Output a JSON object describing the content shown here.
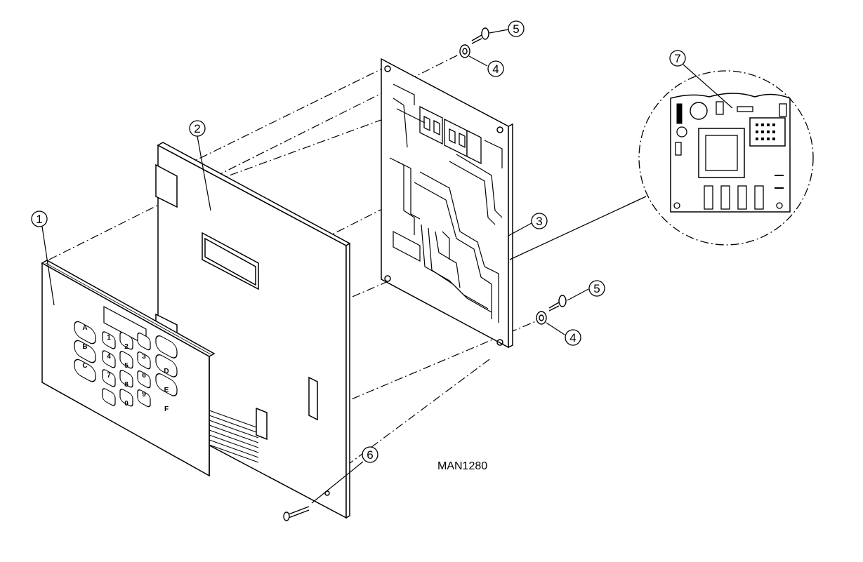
{
  "drawing_id": "MAN1280",
  "callouts": {
    "c1": "1",
    "c2": "2",
    "c3": "3",
    "c4a": "4",
    "c4b": "4",
    "c5a": "5",
    "c5b": "5",
    "c6": "6",
    "c7": "7"
  },
  "keypad": {
    "row1": [
      "A",
      "1",
      "2",
      "3",
      "D"
    ],
    "row2": [
      "B",
      "4",
      "5",
      "6",
      "E"
    ],
    "row3": [
      "C",
      "7",
      "8",
      "9",
      "F"
    ],
    "row4": [
      "",
      "0",
      "",
      "",
      ""
    ]
  },
  "colors": {
    "ink": "#000000",
    "paper": "#ffffff"
  }
}
